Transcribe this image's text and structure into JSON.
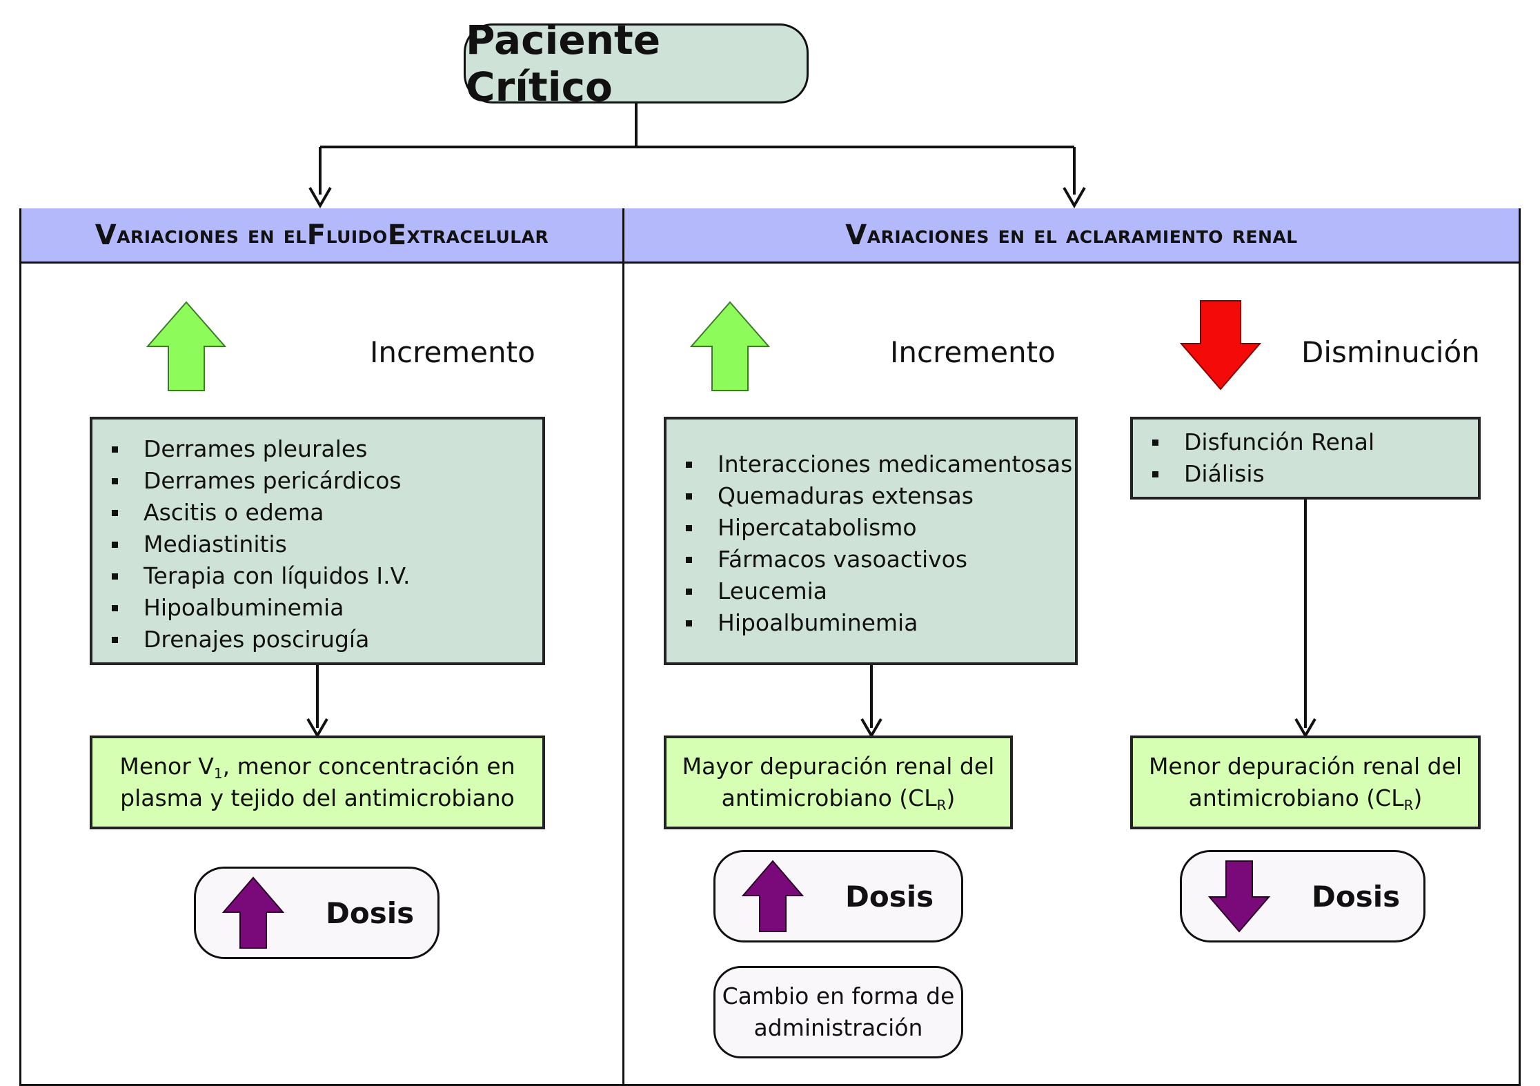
{
  "title": "Paciente Crítico",
  "colors": {
    "title_fill": "#cfe2d8",
    "header_fill": "#b3b9fa",
    "list_fill": "#cfe2d8",
    "result_fill": "#d6ffb4",
    "dose_fill": "#faf7fb",
    "arrow_green": "#8dfb5a",
    "arrow_red": "#f50a0a",
    "arrow_purple": "#7a0a7a"
  },
  "left": {
    "header_first": "V",
    "header_rest": "ariaciones en el ",
    "header_f": "F",
    "header_rest2": "luido ",
    "header_e": "E",
    "header_rest3": "xtracelular",
    "trend_label": "Incremento",
    "trend_icon": "green-up-arrow",
    "items": [
      "Derrames pleurales",
      "Derrames pericárdicos",
      "Ascitis o edema",
      "Mediastinitis",
      "Terapia con líquidos I.V.",
      "Hipoalbuminemia",
      "Drenajes poscirugía"
    ],
    "result_a": "Menor V",
    "result_sub": "1",
    "result_b": ", menor concentración en",
    "result_line2": "plasma y tejido del antimicrobiano",
    "dose_label": "Dosis",
    "dose_icon": "purple-up-arrow"
  },
  "right": {
    "header_first": "V",
    "header_rest": "ariaciones en el aclaramiento renal",
    "increase": {
      "trend_label": "Incremento",
      "trend_icon": "green-up-arrow",
      "items": [
        "Interacciones medicamentosas",
        "Quemaduras extensas",
        "Hipercatabolismo",
        "Fármacos vasoactivos",
        "Leucemia",
        "Hipoalbuminemia"
      ],
      "result_line1": "Mayor depuración renal del",
      "result_a": "antimicrobiano (CL",
      "result_sub": "R",
      "result_b": ")",
      "dose_label": "Dosis",
      "dose_icon": "purple-up-arrow",
      "change_line1": "Cambio en forma de",
      "change_line2": "administración"
    },
    "decrease": {
      "trend_label": "Disminución",
      "trend_icon": "red-down-arrow",
      "items": [
        "Disfunción Renal",
        "Diálisis"
      ],
      "result_line1": "Menor depuración renal del",
      "result_a": "antimicrobiano (CL",
      "result_sub": "R",
      "result_b": ")",
      "dose_label": "Dosis",
      "dose_icon": "purple-down-arrow"
    }
  }
}
